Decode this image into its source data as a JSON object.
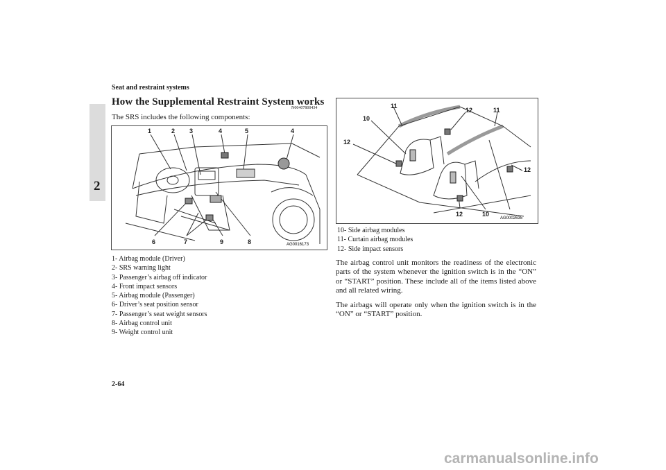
{
  "section_header": "Seat and restraint systems",
  "chapter_tab": "2",
  "page_title": "How the Supplemental Restraint System works",
  "doc_code": "N00407800434",
  "intro": "The SRS includes the following components:",
  "figure1": {
    "code": "AG0016173",
    "callouts": [
      "1",
      "2",
      "3",
      "4",
      "5",
      "4",
      "6",
      "7",
      "9",
      "8"
    ]
  },
  "figure2": {
    "code": "AG0002635",
    "callouts": [
      "11",
      "10",
      "12",
      "12",
      "11",
      "12",
      "12",
      "10"
    ]
  },
  "list1": [
    "1-  Airbag module (Driver)",
    "2-  SRS warning light",
    "3-  Passenger’s airbag off indicator",
    "4-  Front impact sensors",
    "5-  Airbag module (Passenger)",
    "6-  Driver’s seat position sensor",
    "7-  Passenger’s seat weight sensors",
    "8-  Airbag control unit",
    "9-  Weight control unit"
  ],
  "list2": [
    "10-  Side airbag modules",
    "11-  Curtain airbag modules",
    "12-  Side impact sensors"
  ],
  "paragraph1": "The airbag control unit monitors the readiness of the electronic parts of the system whenever the ignition switch is in the “ON” or “START” position. These include all of the items listed above and all related wiring.",
  "paragraph2": "The airbags will operate only when the ignition switch is in the “ON” or “START” position.",
  "page_number": "2-64",
  "watermark": "carmanualsonline.info"
}
